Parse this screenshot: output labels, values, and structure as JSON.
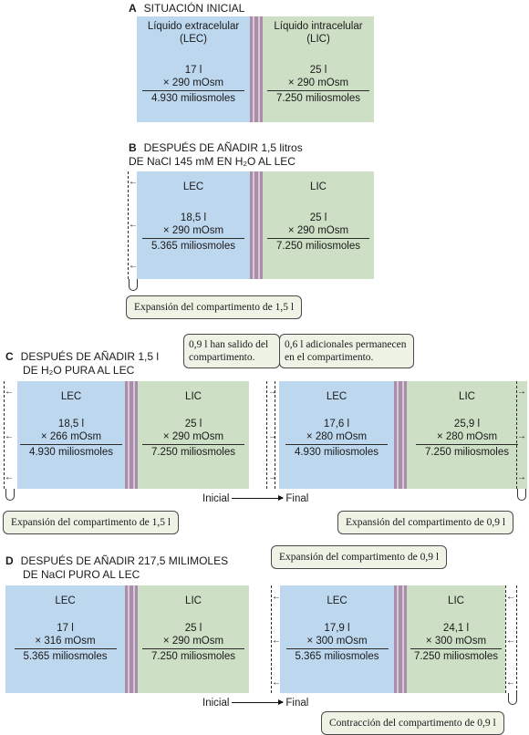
{
  "sections": {
    "a": {
      "letter": "A",
      "title": "SITUACIÓN INICIAL",
      "lec": {
        "label_line1": "Líquido extracelular",
        "label_line2": "(LEC)",
        "volume": "17 l",
        "osm": "× 290 mOsm",
        "total": "4.930 miliosmoles"
      },
      "lic": {
        "label_line1": "Líquido intracelular",
        "label_line2": "(LIC)",
        "volume": "25 l",
        "osm": "× 290 mOsm",
        "total": "7.250 miliosmoles"
      }
    },
    "b": {
      "letter": "B",
      "title_line1": "DESPUÉS DE AÑADIR 1,5 litros",
      "title_line2": "DE NaCl 145 mM EN H₂O AL LEC",
      "lec": {
        "label": "LEC",
        "volume": "18,5 l",
        "osm": "× 290 mOsm",
        "total": "5.365 miliosmoles"
      },
      "lic": {
        "label": "LIC",
        "volume": "25 l",
        "osm": "× 290 mOsm",
        "total": "7.250 miliosmoles"
      },
      "callout": "Expansión del compartimento de 1,5 l"
    },
    "c": {
      "letter": "C",
      "title_line1": "DESPUÉS DE AÑADIR 1,5 l",
      "title_line2": "DE H₂O PURA AL LEC",
      "left": {
        "lec": {
          "label": "LEC",
          "volume": "18,5 l",
          "osm": "× 266 mOsm",
          "total": "4.930 miliosmoles"
        },
        "lic": {
          "label": "LIC",
          "volume": "25 l",
          "osm": "× 290 mOsm",
          "total": "7.250 miliosmoles"
        },
        "callout": "Expansión del compartimento de 1,5 l"
      },
      "right": {
        "lec": {
          "label": "LEC",
          "volume": "17,6 l",
          "osm": "× 280 mOsm",
          "total": "4.930 miliosmoles"
        },
        "lic": {
          "label": "LIC",
          "volume": "25,9 l",
          "osm": "× 280 mOsm",
          "total": "7.250 miliosmoles"
        },
        "callout_out": "0,9 l han salido del compartimento.",
        "callout_remain": "0,6 l adicionales permanecen en el compartimento.",
        "callout": "Expansión del compartimento de 0,9 l"
      },
      "flow": {
        "start": "Inicial",
        "end": "Final"
      }
    },
    "d": {
      "letter": "D",
      "title_line1": "DESPUÉS DE AÑADIR 217,5 MILIMOLES",
      "title_line2": "DE NaCl PURO AL LEC",
      "left": {
        "lec": {
          "label": "LEC",
          "volume": "17 l",
          "osm": "× 316 mOsm",
          "total": "5.365 miliosmoles"
        },
        "lic": {
          "label": "LIC",
          "volume": "25 l",
          "osm": "× 290 mOsm",
          "total": "7.250 miliosmoles"
        }
      },
      "right": {
        "lec": {
          "label": "LEC",
          "volume": "17,9 l",
          "osm": "× 300 mOsm",
          "total": "5.365 miliosmoles"
        },
        "lic": {
          "label": "LIC",
          "volume": "24,1 l",
          "osm": "× 300 mOsm",
          "total": "7.250 miliosmoles"
        },
        "callout_top": "Expansión del compartimento de 0,9 l",
        "callout": "Contracción del compartimento de 0,9 l"
      },
      "flow": {
        "start": "Inicial",
        "end": "Final"
      }
    }
  },
  "colors": {
    "lec": "#bdd7ef",
    "lic": "#cddfc4",
    "membrane": "#a98ea9",
    "callout_bg": "#eef3e6"
  },
  "icons": {
    "arrow": "arrow-left-icon",
    "arrow_right": "arrow-right-icon"
  }
}
